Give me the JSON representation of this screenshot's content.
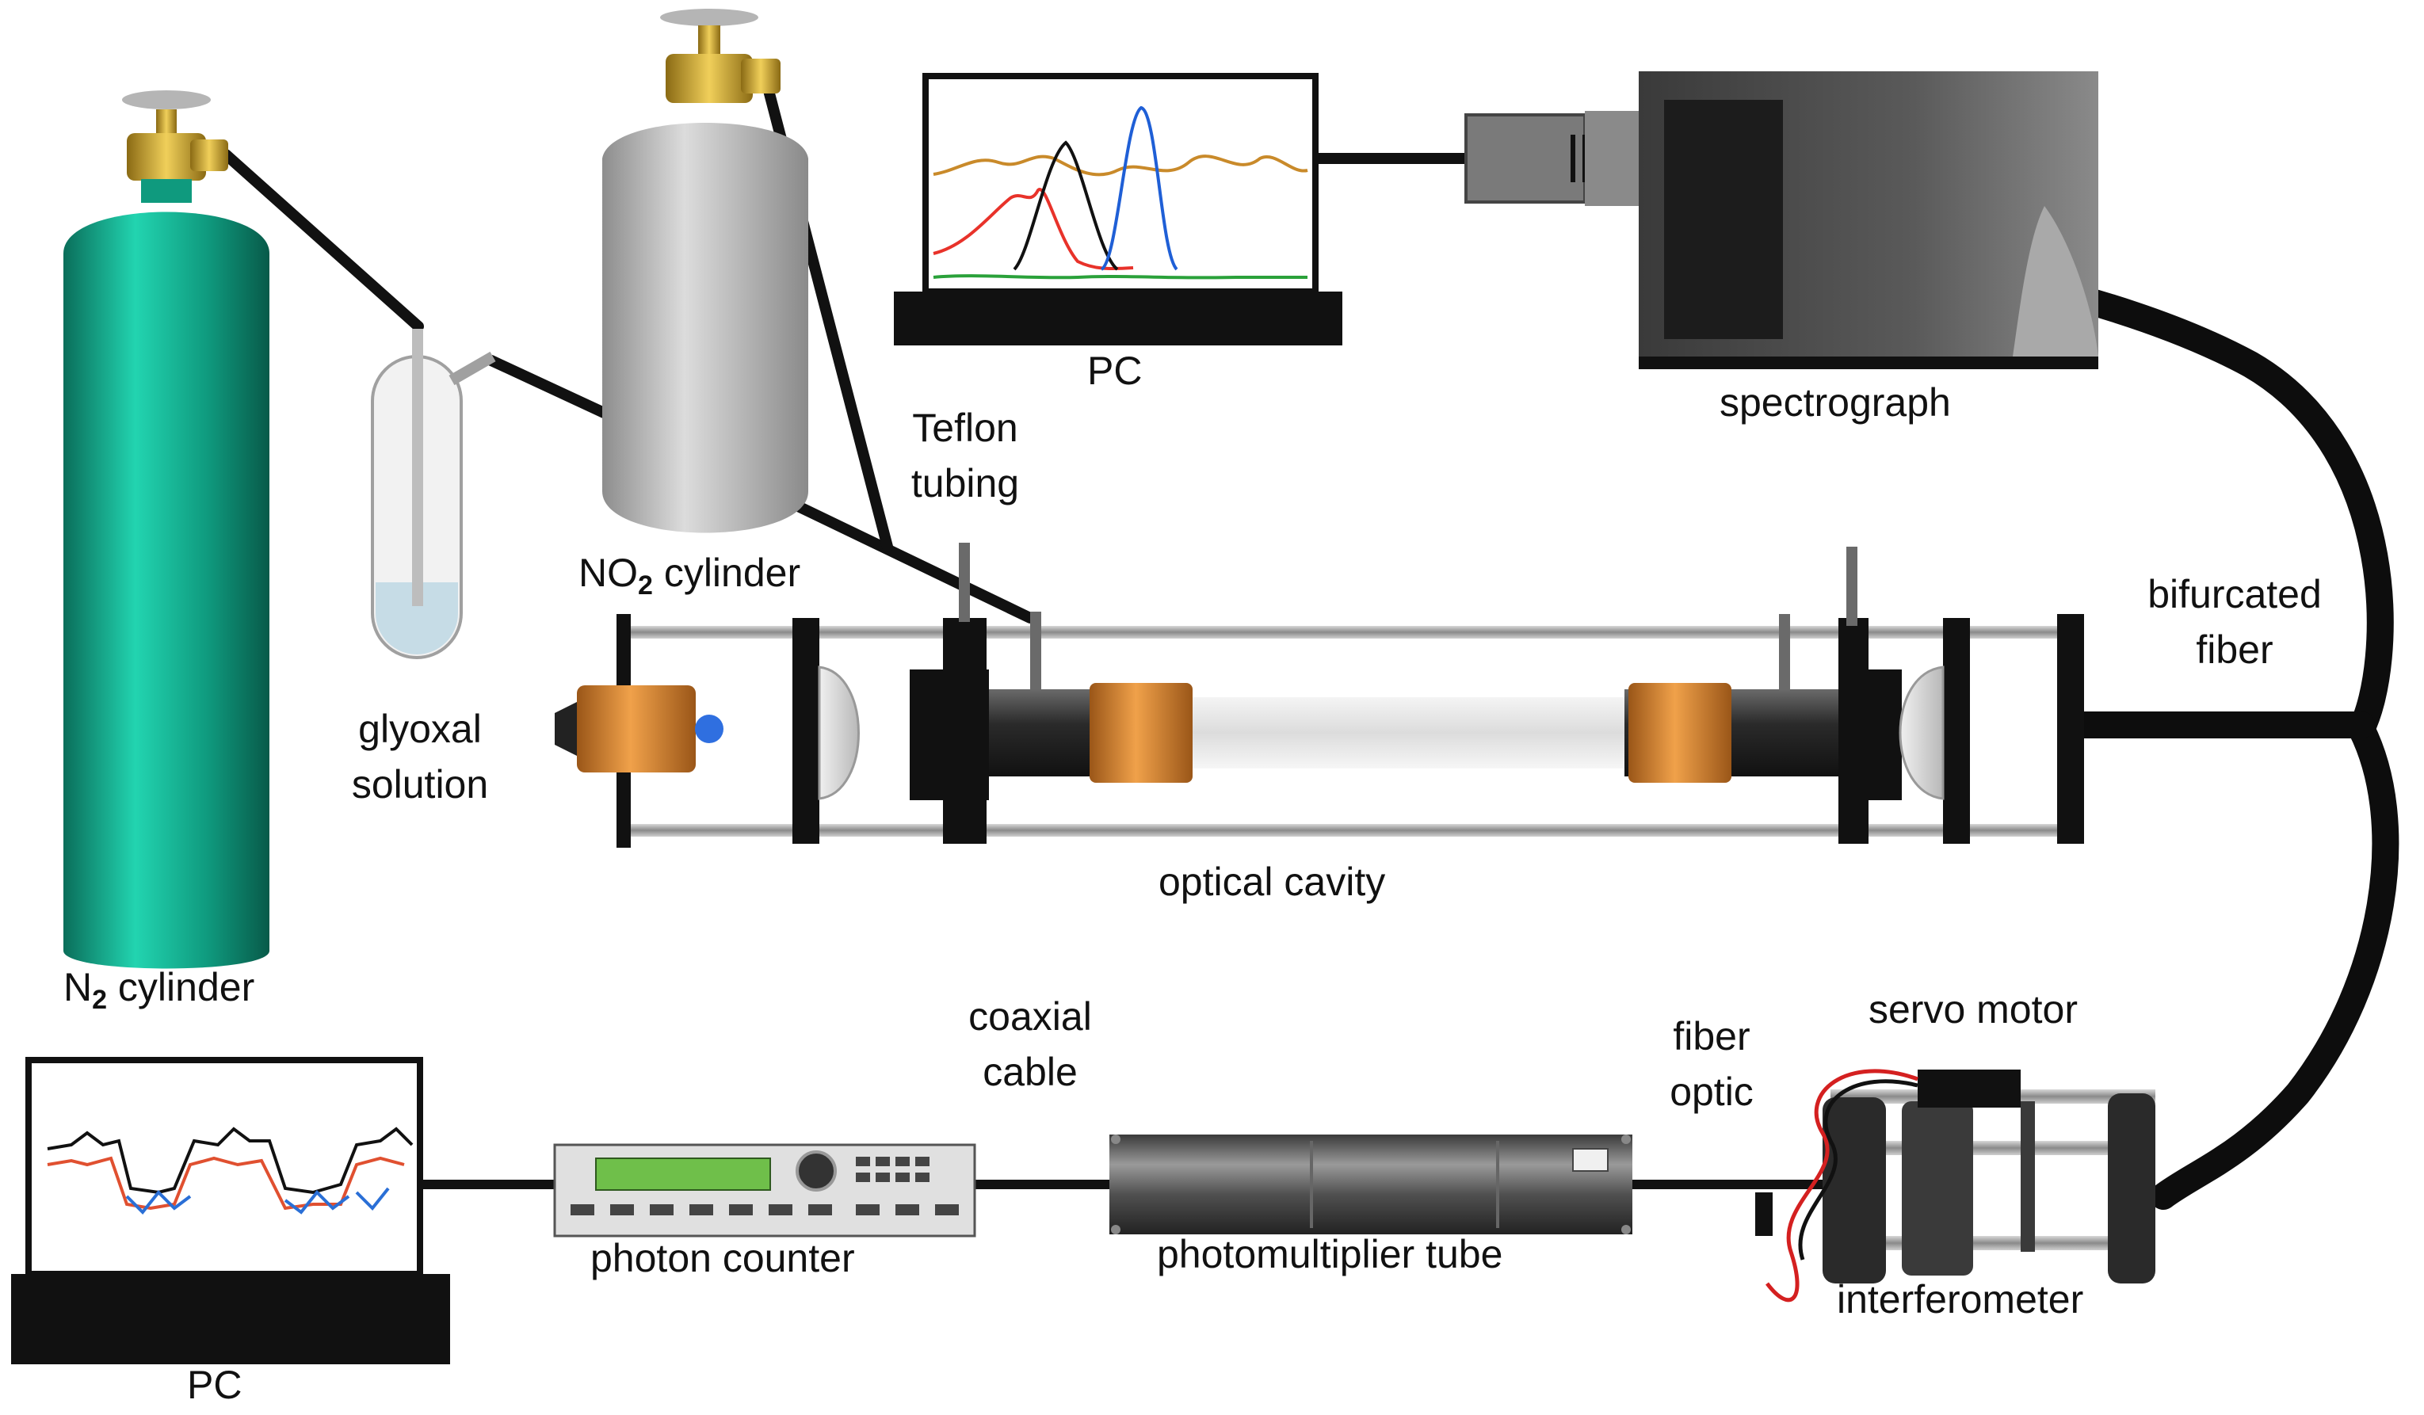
{
  "labels": {
    "pc_top": "PC",
    "spectrograph": "spectrograph",
    "teflon_line1": "Teflon",
    "teflon_line2": "tubing",
    "no2_prefix": "NO",
    "no2_sub": "2",
    "no2_suffix": " cylinder",
    "glyoxal_line1": "glyoxal",
    "glyoxal_line2": "solution",
    "bifurcated_line1": "bifurcated",
    "bifurcated_line2": "fiber",
    "optical_cavity": "optical cavity",
    "n2_prefix": "N",
    "n2_sub": "2",
    "n2_suffix": " cylinder",
    "coaxial_line1": "coaxial",
    "coaxial_line2": "cable",
    "fiber_optic_line1": "fiber",
    "fiber_optic_line2": "optic",
    "servo_motor": "servo motor",
    "pc_bottom": "PC",
    "photon_counter": "photon counter",
    "photomultiplier_tube": "photomultiplier tube",
    "interferometer": "interferometer"
  },
  "colors": {
    "n2_cylinder": "#0f9a7e",
    "no2_cylinder": "#a9a9a9",
    "brass_valve": "#c9a227",
    "copper": "#c8772a",
    "tubing": "#111111",
    "spectrum_red": "#e8322a",
    "spectrum_black": "#111111",
    "spectrum_blue": "#1f5fd6",
    "spectrum_orange": "#c98a2a",
    "spectrum_green": "#2aa13a",
    "trace_blue": "#2a6fd6",
    "trace_red": "#e05030",
    "servo_wire_red": "#d42020"
  }
}
